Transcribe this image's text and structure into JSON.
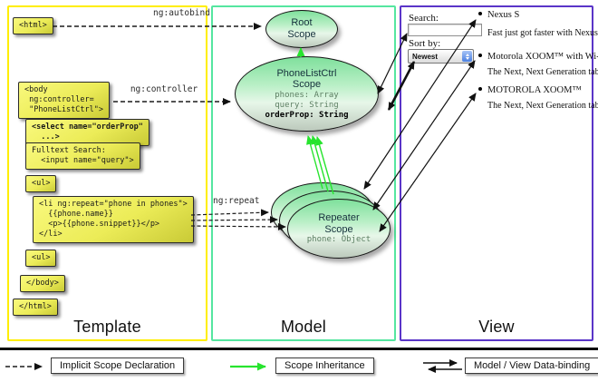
{
  "diagram": {
    "columns": {
      "template": "Template",
      "model": "Model",
      "view": "View"
    },
    "arrow_labels": {
      "autobind": "ng:autobind",
      "controller": "ng:controller",
      "repeat": "ng:repeat"
    }
  },
  "template_code": {
    "html_open": "<html>",
    "body_open": "<body\n ng:controller=\n \"PhoneListCtrl\">",
    "select": "<select name=\"orderProp\"\n  ...>",
    "fulltext": "Fulltext Search:\n  <input name=\"query\">",
    "ul_open": "<ul>",
    "li_repeat": "<li ng:repeat=\"phone in phones\">\n  {{phone.name}}\n  <p>{{phone.snippet}}</p>\n</li>",
    "ul_close": "<ul>",
    "body_close": "</body>",
    "html_close": "</html>"
  },
  "model": {
    "root_scope": {
      "title": "Root\nScope"
    },
    "phone_list_ctrl": {
      "title": "PhoneListCtrl\nScope",
      "prop1": "phones: Array",
      "prop2": "query: String",
      "prop3": "orderProp: String"
    },
    "repeater": {
      "title": "Repeater\nScope",
      "prop": "phone: Object"
    }
  },
  "view": {
    "search_label": "Search:",
    "search_value": "",
    "sort_label": "Sort by:",
    "sort_value": "Newest",
    "products": [
      {
        "name": "Nexus S",
        "desc": "Fast just got faster with Nexus S."
      },
      {
        "name": "Motorola XOOM™ with Wi-Fi",
        "desc": "The Next, Next Generation tablet."
      },
      {
        "name": "MOTOROLA XOOM™",
        "desc": "The Next, Next Generation tablet."
      }
    ]
  },
  "legend": {
    "implicit": "Implicit Scope Declaration",
    "inheritance": "Scope Inheritance",
    "databinding": "Model / View Data-binding"
  },
  "colors": {
    "template_border": "#ffee00",
    "model_border": "#55e6a0",
    "view_border": "#5a35c8",
    "inheritance_green": "#27e42e",
    "code_box_yellow": "#ecec58"
  }
}
